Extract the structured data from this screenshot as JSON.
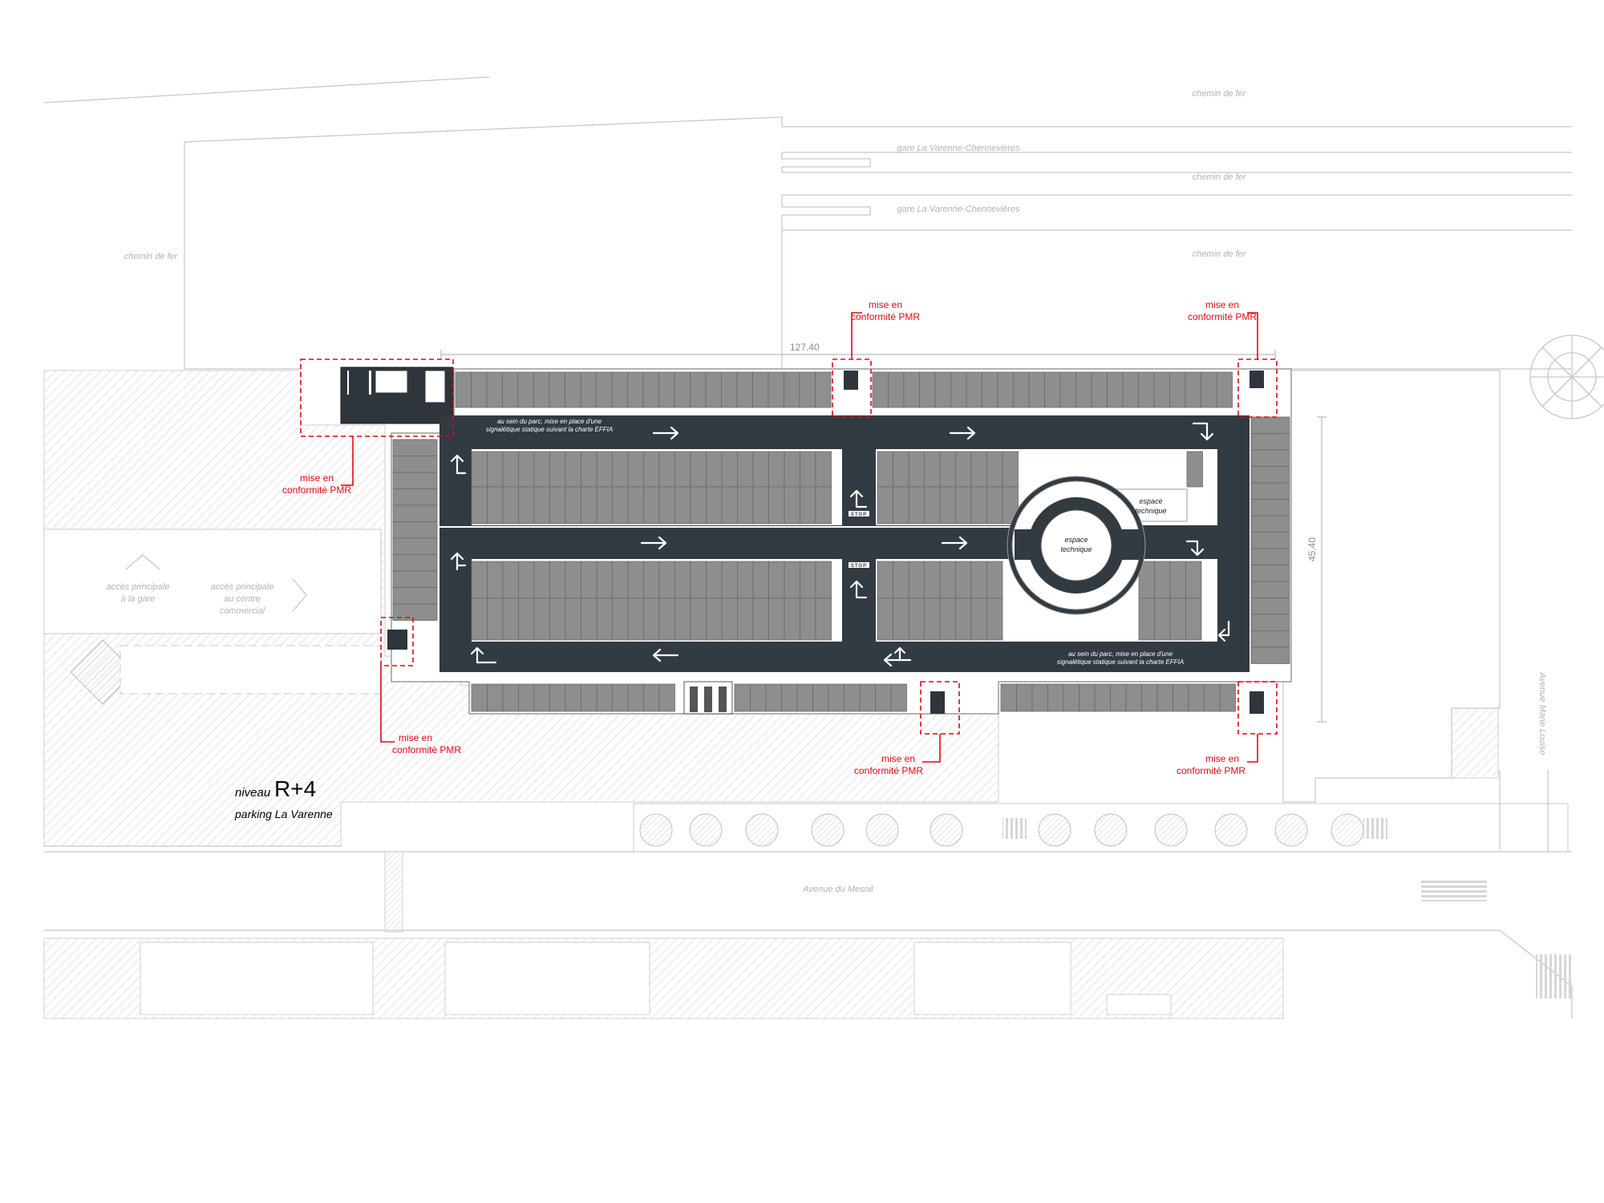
{
  "context_labels": {
    "rail_1": "chemin de fer",
    "station_1": "gare La Varenne-Chennevières",
    "rail_2": "chemin de fer",
    "station_2": "gare La Varenne-Chennevières",
    "rail_3": "chemin de fer",
    "rail_west": "chemin de fer",
    "access_station": [
      "accès principale",
      "à la gare"
    ],
    "access_mall": [
      "accès principale",
      "au centre",
      "commercial"
    ],
    "avenue_south": "Avenue du Mesnil",
    "avenue_east": "Avenue Marie Louise"
  },
  "dimensions": {
    "length": "127.40",
    "width": "45.40"
  },
  "pmr_callouts": [
    [
      "mise en",
      "conformité PMR"
    ],
    [
      "mise en",
      "conformité PMR"
    ],
    [
      "mise en",
      "conformité PMR"
    ],
    [
      "mise en",
      "conformité PMR"
    ],
    [
      "mise en",
      "conformité PMR"
    ],
    [
      "mise en",
      "conformité PMR"
    ]
  ],
  "signage_notes": [
    [
      "au sein du parc, mise en place d'une",
      "signalétique statique suivant la charte EFFIA"
    ],
    [
      "au sein du parc, mise en place d'une",
      "signalétique statique suivant la charte EFFIA"
    ]
  ],
  "technical_spaces": [
    [
      "espace",
      "technique"
    ],
    [
      "espace",
      "technique"
    ]
  ],
  "stop_marks": [
    "STOP",
    "STOP"
  ],
  "level": {
    "prefix": "niveau",
    "code": "R+4",
    "name": "parking La Varenne"
  },
  "colors": {
    "asphalt": "#323a42",
    "stall": "#8e8e8e",
    "pmr_red": "#e30613",
    "context_line": "#c8c8c8",
    "hatch": "#d0d0d0"
  }
}
